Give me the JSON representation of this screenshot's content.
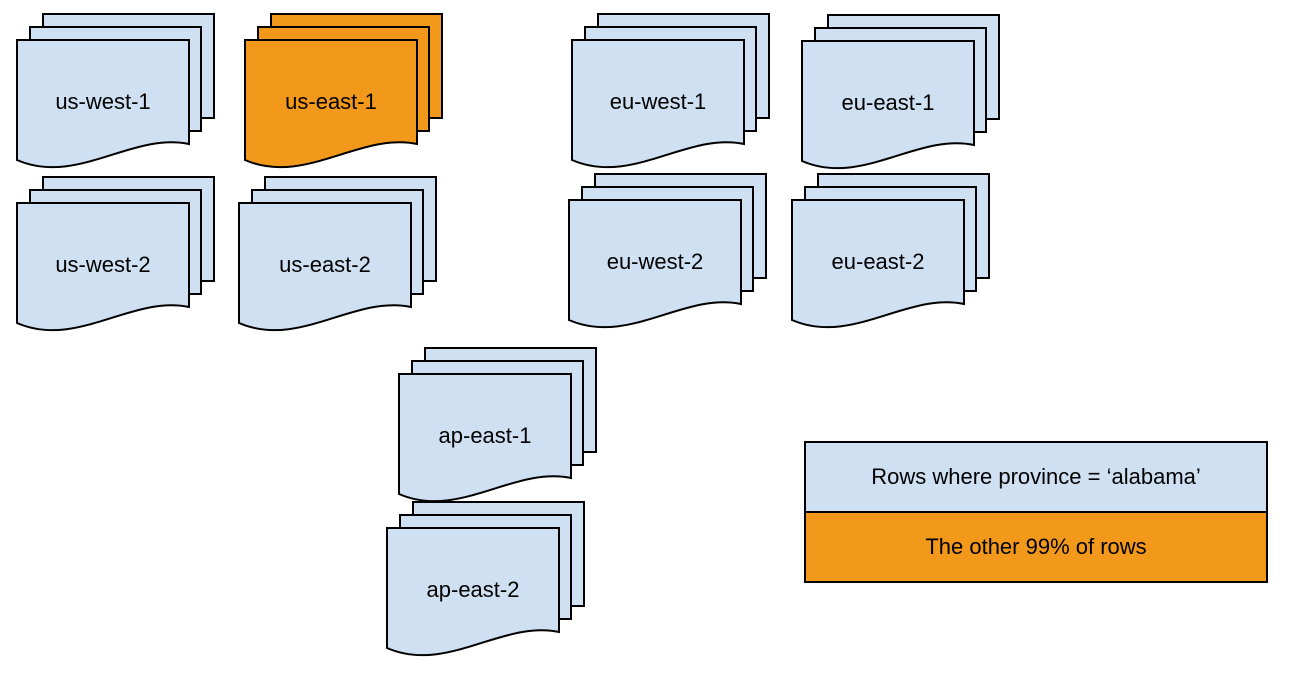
{
  "colors": {
    "doc_blue": "#cfe0f2",
    "doc_orange": "#f2981b",
    "stroke_color": "#000000",
    "text_color": "#000000",
    "background": "#ffffff"
  },
  "stacks": [
    {
      "id": "us-west-1",
      "label": "us-west-1",
      "color": "blue"
    },
    {
      "id": "us-east-1",
      "label": "us-east-1",
      "color": "orange"
    },
    {
      "id": "eu-west-1",
      "label": "eu-west-1",
      "color": "blue"
    },
    {
      "id": "eu-east-1",
      "label": "eu-east-1",
      "color": "blue"
    },
    {
      "id": "us-west-2",
      "label": "us-west-2",
      "color": "blue"
    },
    {
      "id": "us-east-2",
      "label": "us-east-2",
      "color": "blue"
    },
    {
      "id": "eu-west-2",
      "label": "eu-west-2",
      "color": "blue"
    },
    {
      "id": "eu-east-2",
      "label": "eu-east-2",
      "color": "blue"
    },
    {
      "id": "ap-east-1",
      "label": "ap-east-1",
      "color": "blue"
    },
    {
      "id": "ap-east-2",
      "label": "ap-east-2",
      "color": "blue"
    }
  ],
  "legend": {
    "items": [
      {
        "label": "Rows where province = ‘alabama’",
        "color": "blue"
      },
      {
        "label": "The other 99% of rows",
        "color": "orange"
      }
    ]
  }
}
